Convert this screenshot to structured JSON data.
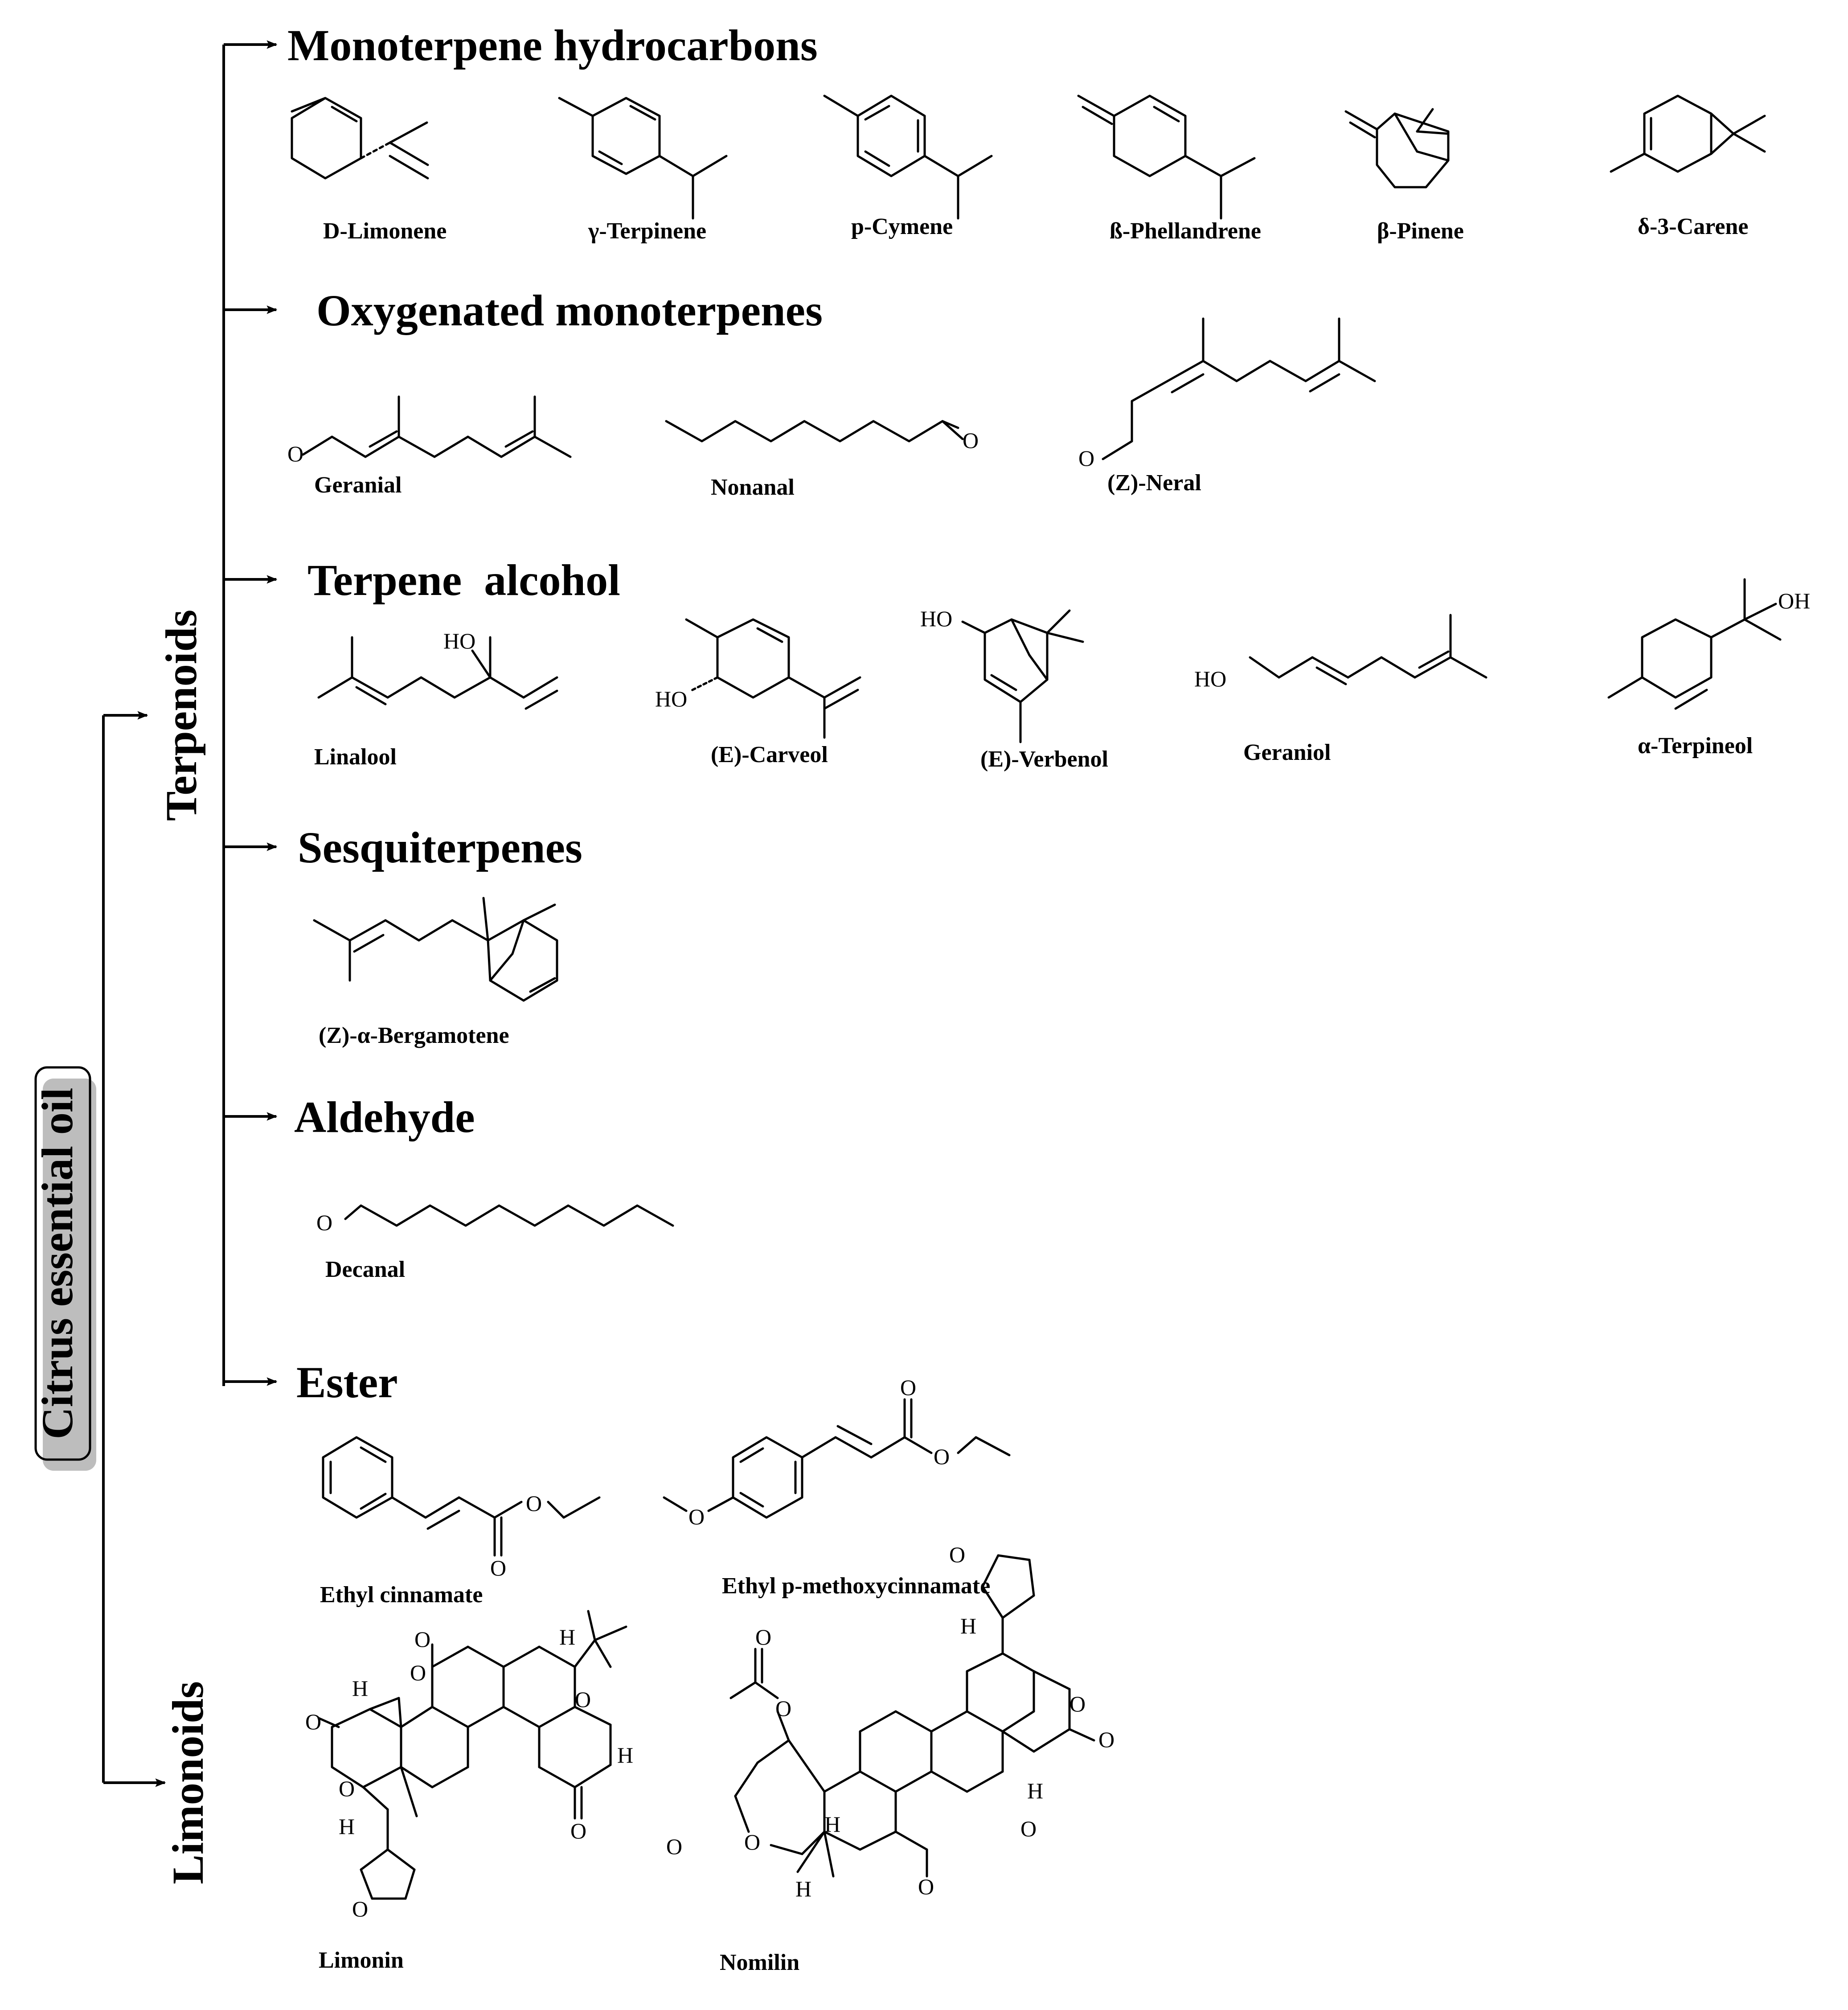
{
  "root": {
    "label": "Citrus essential oil"
  },
  "branches": {
    "terpenoids": "Terpenoids",
    "limonoids": "Limonoids"
  },
  "categories": [
    {
      "heading": "Monoterpene hydrocarbons",
      "compounds": [
        "D-Limonene",
        "γ-Terpinene",
        "p-Cymene",
        "ß-Phellandrene",
        "β-Pinene",
        "δ-3-Carene"
      ]
    },
    {
      "heading": "Oxygenated monoterpenes",
      "compounds": [
        "Geranial",
        "Nonanal",
        "(Z)-Neral"
      ]
    },
    {
      "heading": "Terpene  alcohol",
      "compounds": [
        "Linalool",
        "(E)-Carveol",
        "(E)-Verbenol",
        "Geraniol",
        "α-Terpineol"
      ]
    },
    {
      "heading": "Sesquiterpenes",
      "compounds": [
        "(Z)-α-Bergamotene"
      ]
    },
    {
      "heading": "Aldehyde",
      "compounds": [
        "Decanal"
      ]
    },
    {
      "heading": "Ester",
      "compounds": [
        "Ethyl cinnamate",
        "Ethyl p-methoxycinnamate"
      ]
    }
  ],
  "limonoid_compounds": [
    "Limonin",
    "Nomilin"
  ],
  "atom_labels": {
    "O": "O",
    "HO": "HO",
    "OH": "OH",
    "H": "H"
  }
}
